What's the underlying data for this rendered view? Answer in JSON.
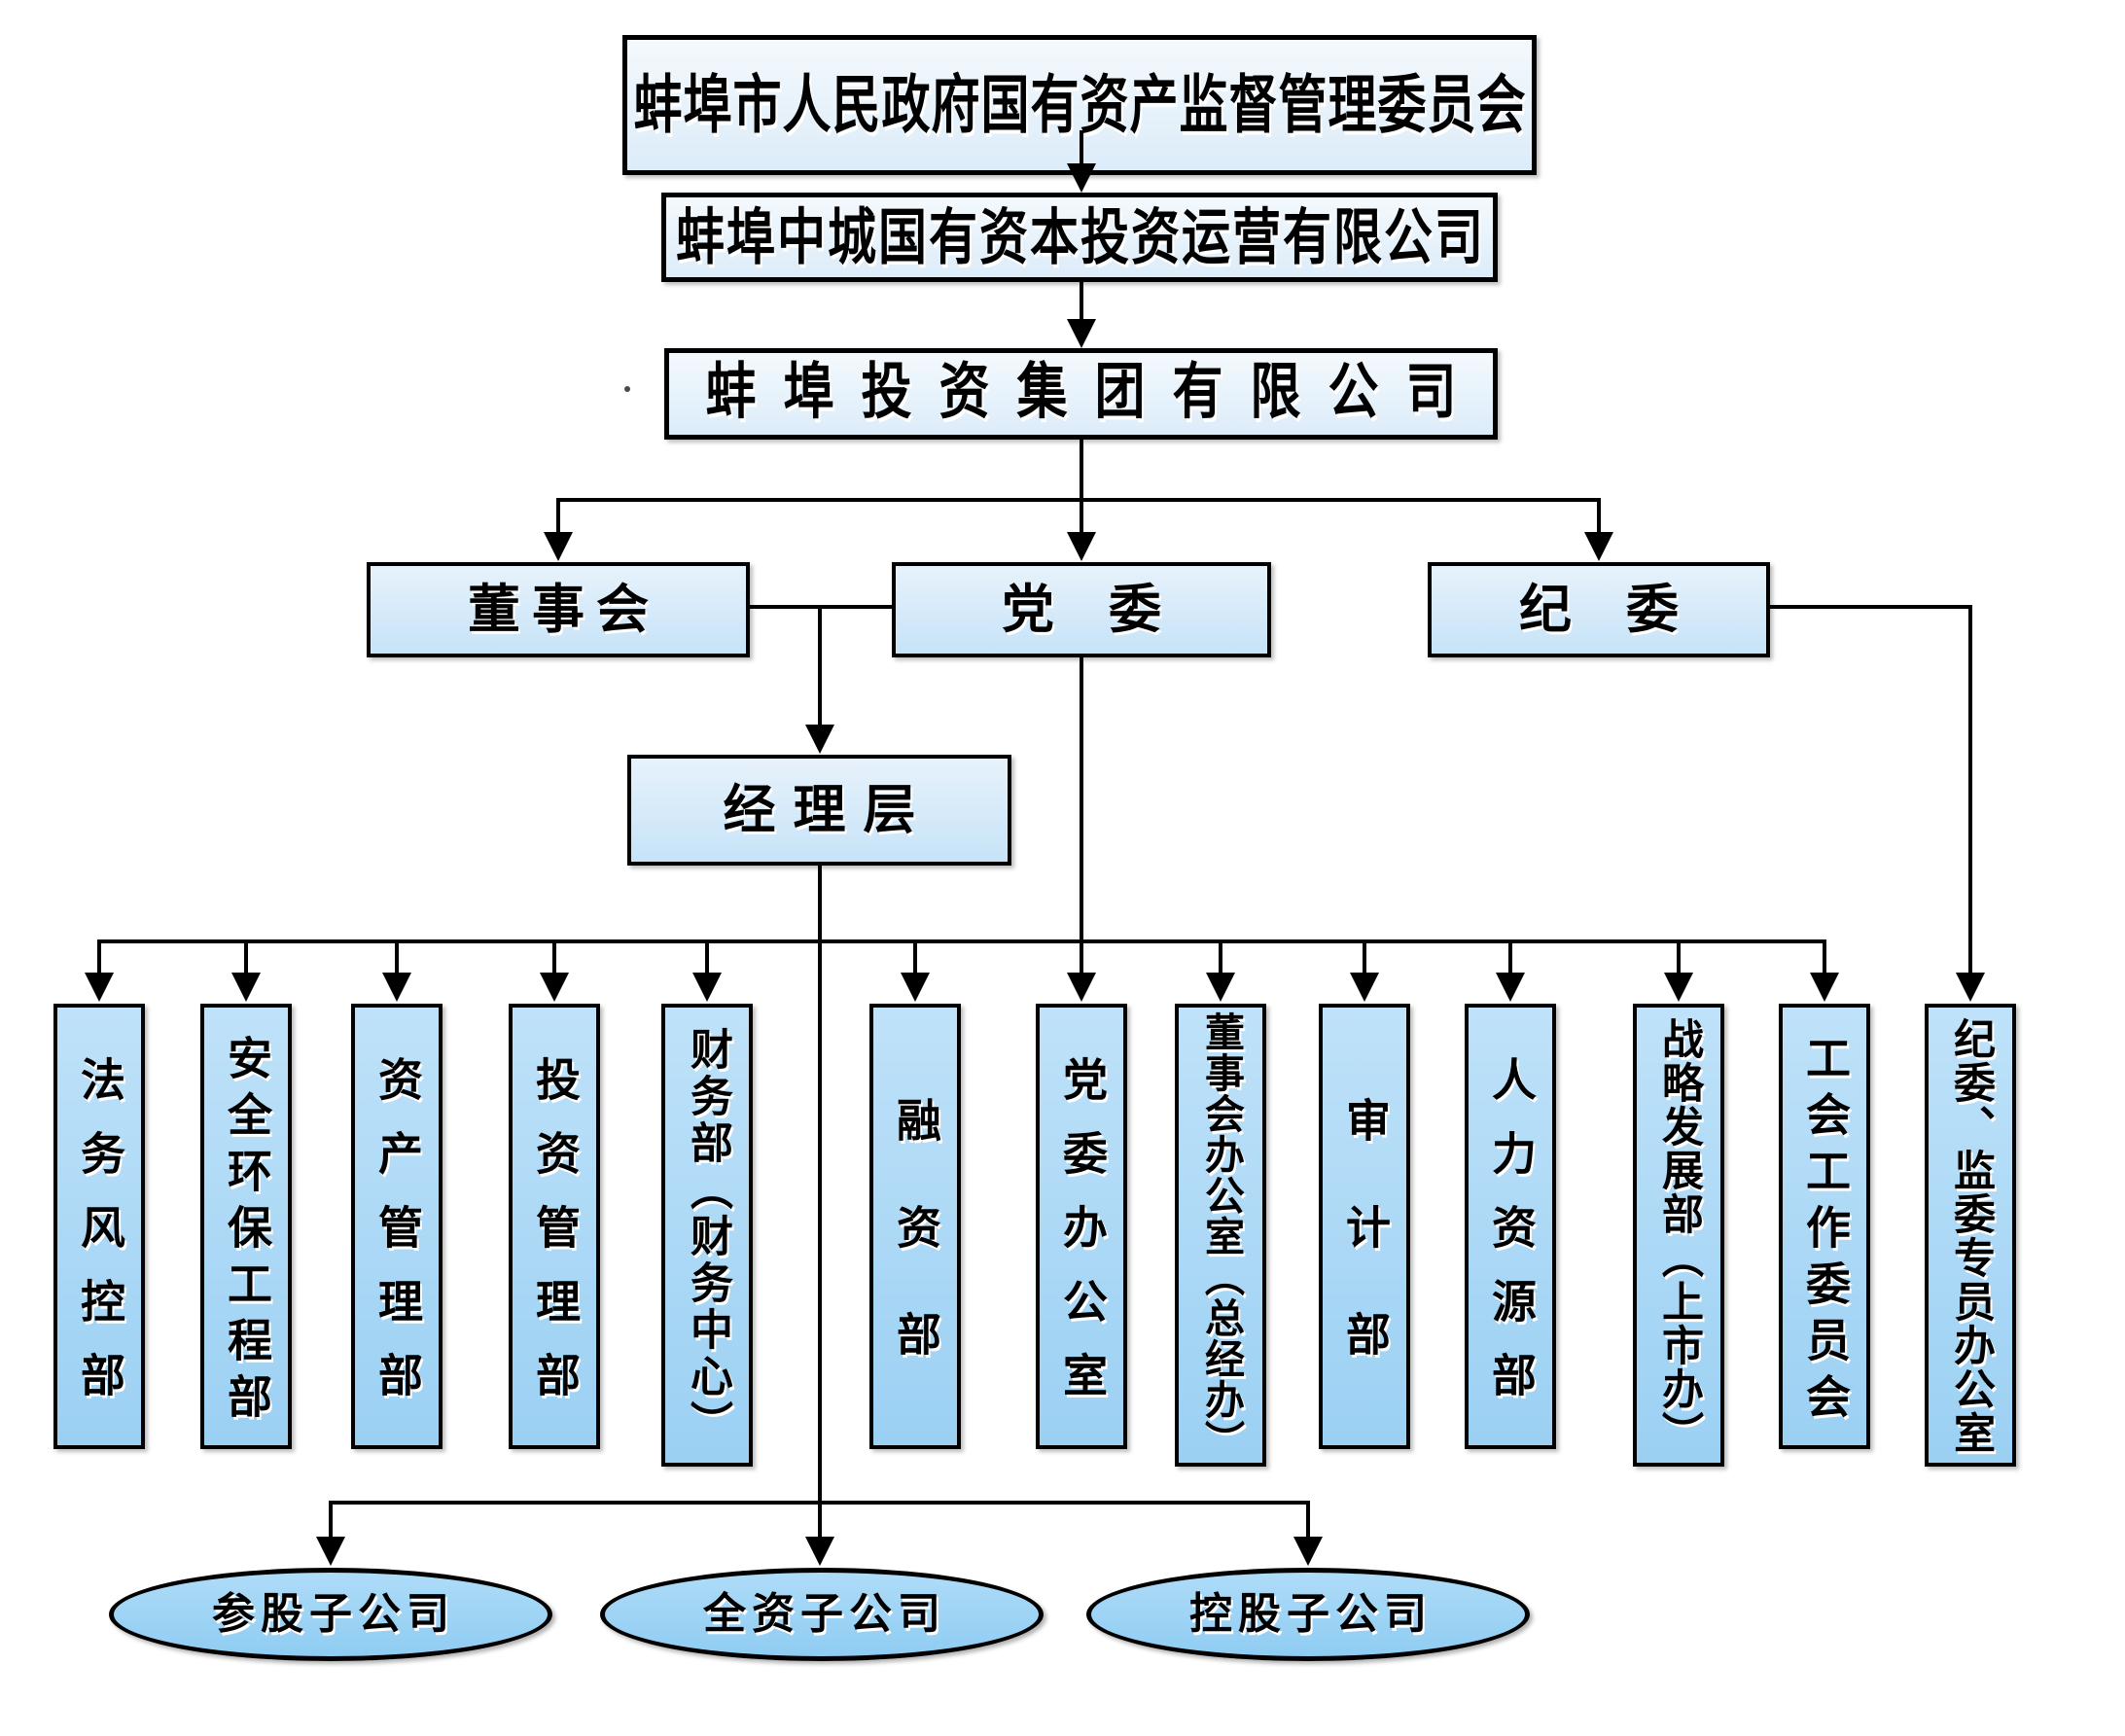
{
  "hierarchy": {
    "supervisor": "蚌埠市人民政府国有资产监督管理委员会",
    "capital_operator": "蚌埠中城国有资本投资运营有限公司",
    "group": "蚌埠投资集团有限公司",
    "board": "董事会",
    "party_committee": "党委",
    "discipline_committee": "纪委",
    "management": "经理层"
  },
  "departments": [
    "法务风控部",
    "安全环保工程部",
    "资产管理部",
    "投资管理部",
    "财务部（财务中心）",
    "融资部",
    "党委办公室",
    "董事会办公室（总经办）",
    "审计部",
    "人力资源部",
    "战略发展部（上市办）",
    "工会工作委员会",
    "纪委、监委专员办公室"
  ],
  "subsidiaries": [
    "参股子公司",
    "全资子公司",
    "控股子公司"
  ],
  "colors": {
    "line": "#000000",
    "box_border": "#000000",
    "top_fill_light": "#F4F9FD",
    "top_fill_dark": "#DCECF9",
    "mid_fill_light": "#E7F2FB",
    "mid_fill_dark": "#C6E3F8",
    "dept_fill_light": "#BFE2F9",
    "dept_fill_dark": "#9BD0F3",
    "ellipse_fill_light": "#AEDCF8",
    "ellipse_fill_dark": "#8FCCF2"
  }
}
